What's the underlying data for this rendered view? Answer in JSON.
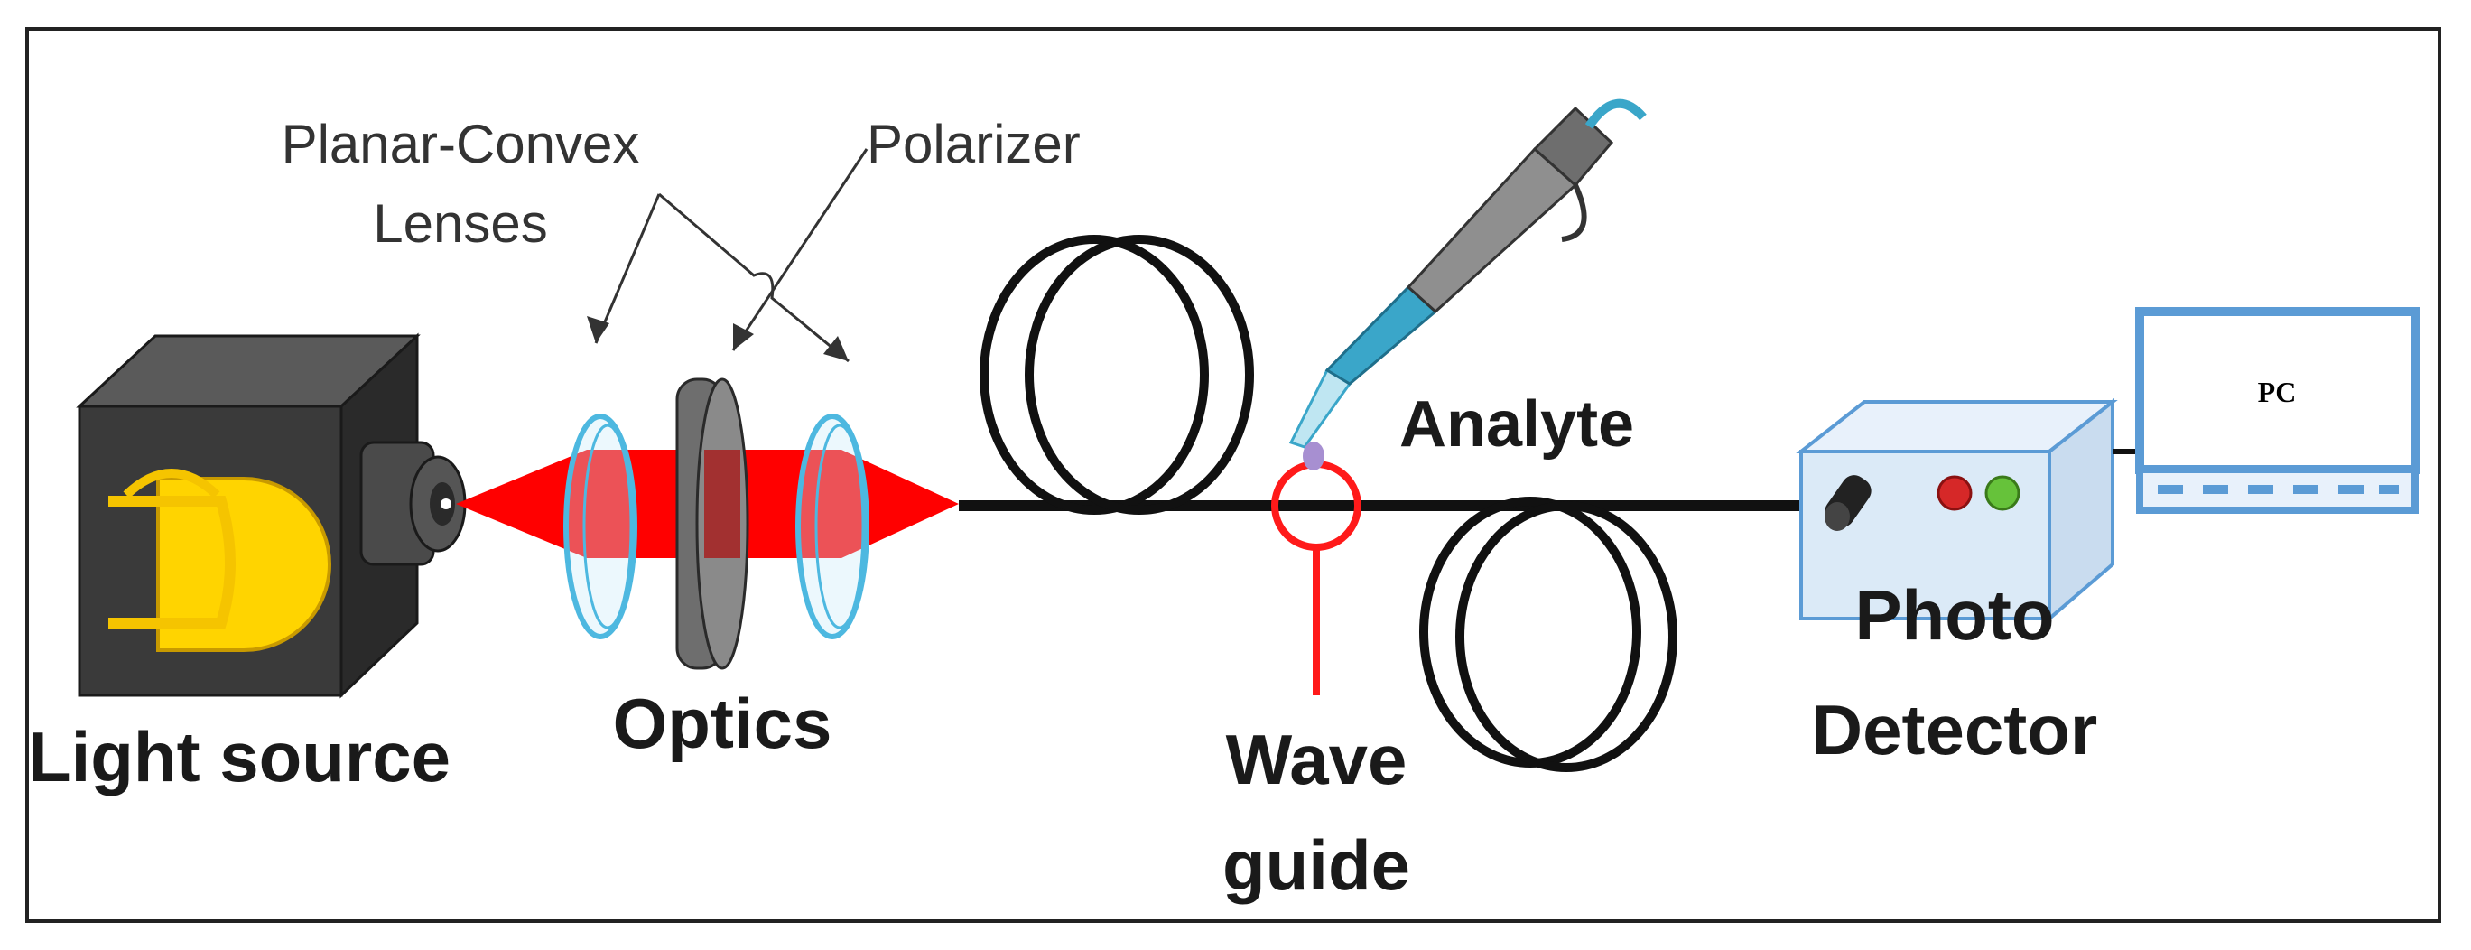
{
  "labels": {
    "planar_convex_line1": "Planar-Convex",
    "planar_convex_line2": "Lenses",
    "polarizer": "Polarizer",
    "light_source": "Light source",
    "optics": "Optics",
    "analyte": "Analyte",
    "wave_guide_line1": "Wave",
    "wave_guide_line2": "guide",
    "photo_detector_line1": "Photo",
    "photo_detector_line2": "Detector",
    "pc": "PC"
  },
  "colors": {
    "beam": "#ff0000",
    "waveguide_marker": "#ff1a1a",
    "lens": "#4db8e0",
    "polarizer": "#6e6e6e",
    "light_source_body": "#3a3a3a",
    "bulb": "#ffd400",
    "detector_body": "#dbeaf7",
    "pc_frame": "#5b9bd5",
    "pipette_body": "#8f8f8f",
    "pipette_tip": "#3aa6c9"
  }
}
